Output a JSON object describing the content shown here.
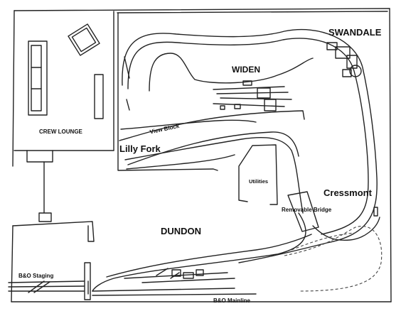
{
  "labels": {
    "swandale": "SWANDALE",
    "widen": "WIDEN",
    "view_block": "View Block",
    "crew_lounge": "CREW LOUNGE",
    "lilly_fork": "Lilly Fork",
    "utilities": "Utilities",
    "cressmont": "Cressmont",
    "removable_bridge": "Removable Bridge",
    "dundon": "DUNDON",
    "bo_staging": "B&O Staging",
    "bo_mainline": "B&O Mainline"
  }
}
